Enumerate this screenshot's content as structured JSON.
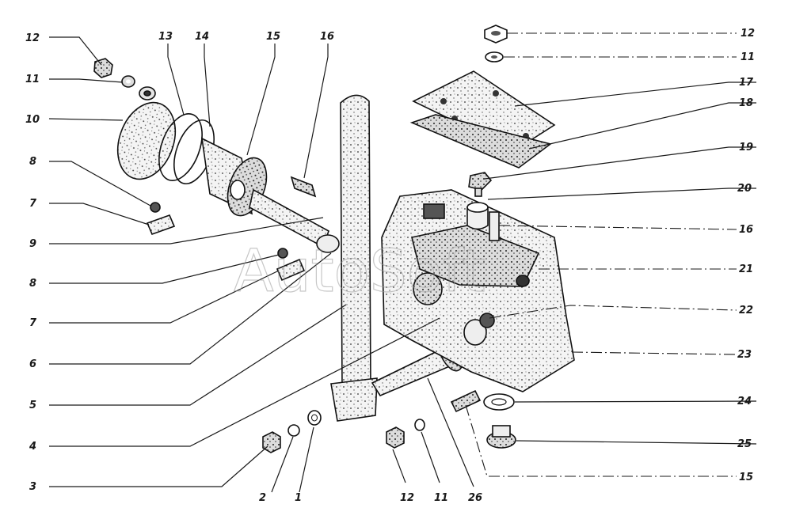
{
  "watermark": "AutoSoft",
  "callouts_left": [
    "12",
    "11",
    "10",
    "8",
    "7",
    "9",
    "8",
    "7",
    "6",
    "5",
    "4",
    "3"
  ],
  "callouts_top": [
    "13",
    "14",
    "15",
    "16"
  ],
  "callouts_bottom": [
    "2",
    "1",
    "12",
    "11",
    "26"
  ],
  "callouts_right": [
    "12",
    "11",
    "17",
    "18",
    "19",
    "20",
    "16",
    "21",
    "22",
    "23",
    "24",
    "25",
    "15"
  ]
}
